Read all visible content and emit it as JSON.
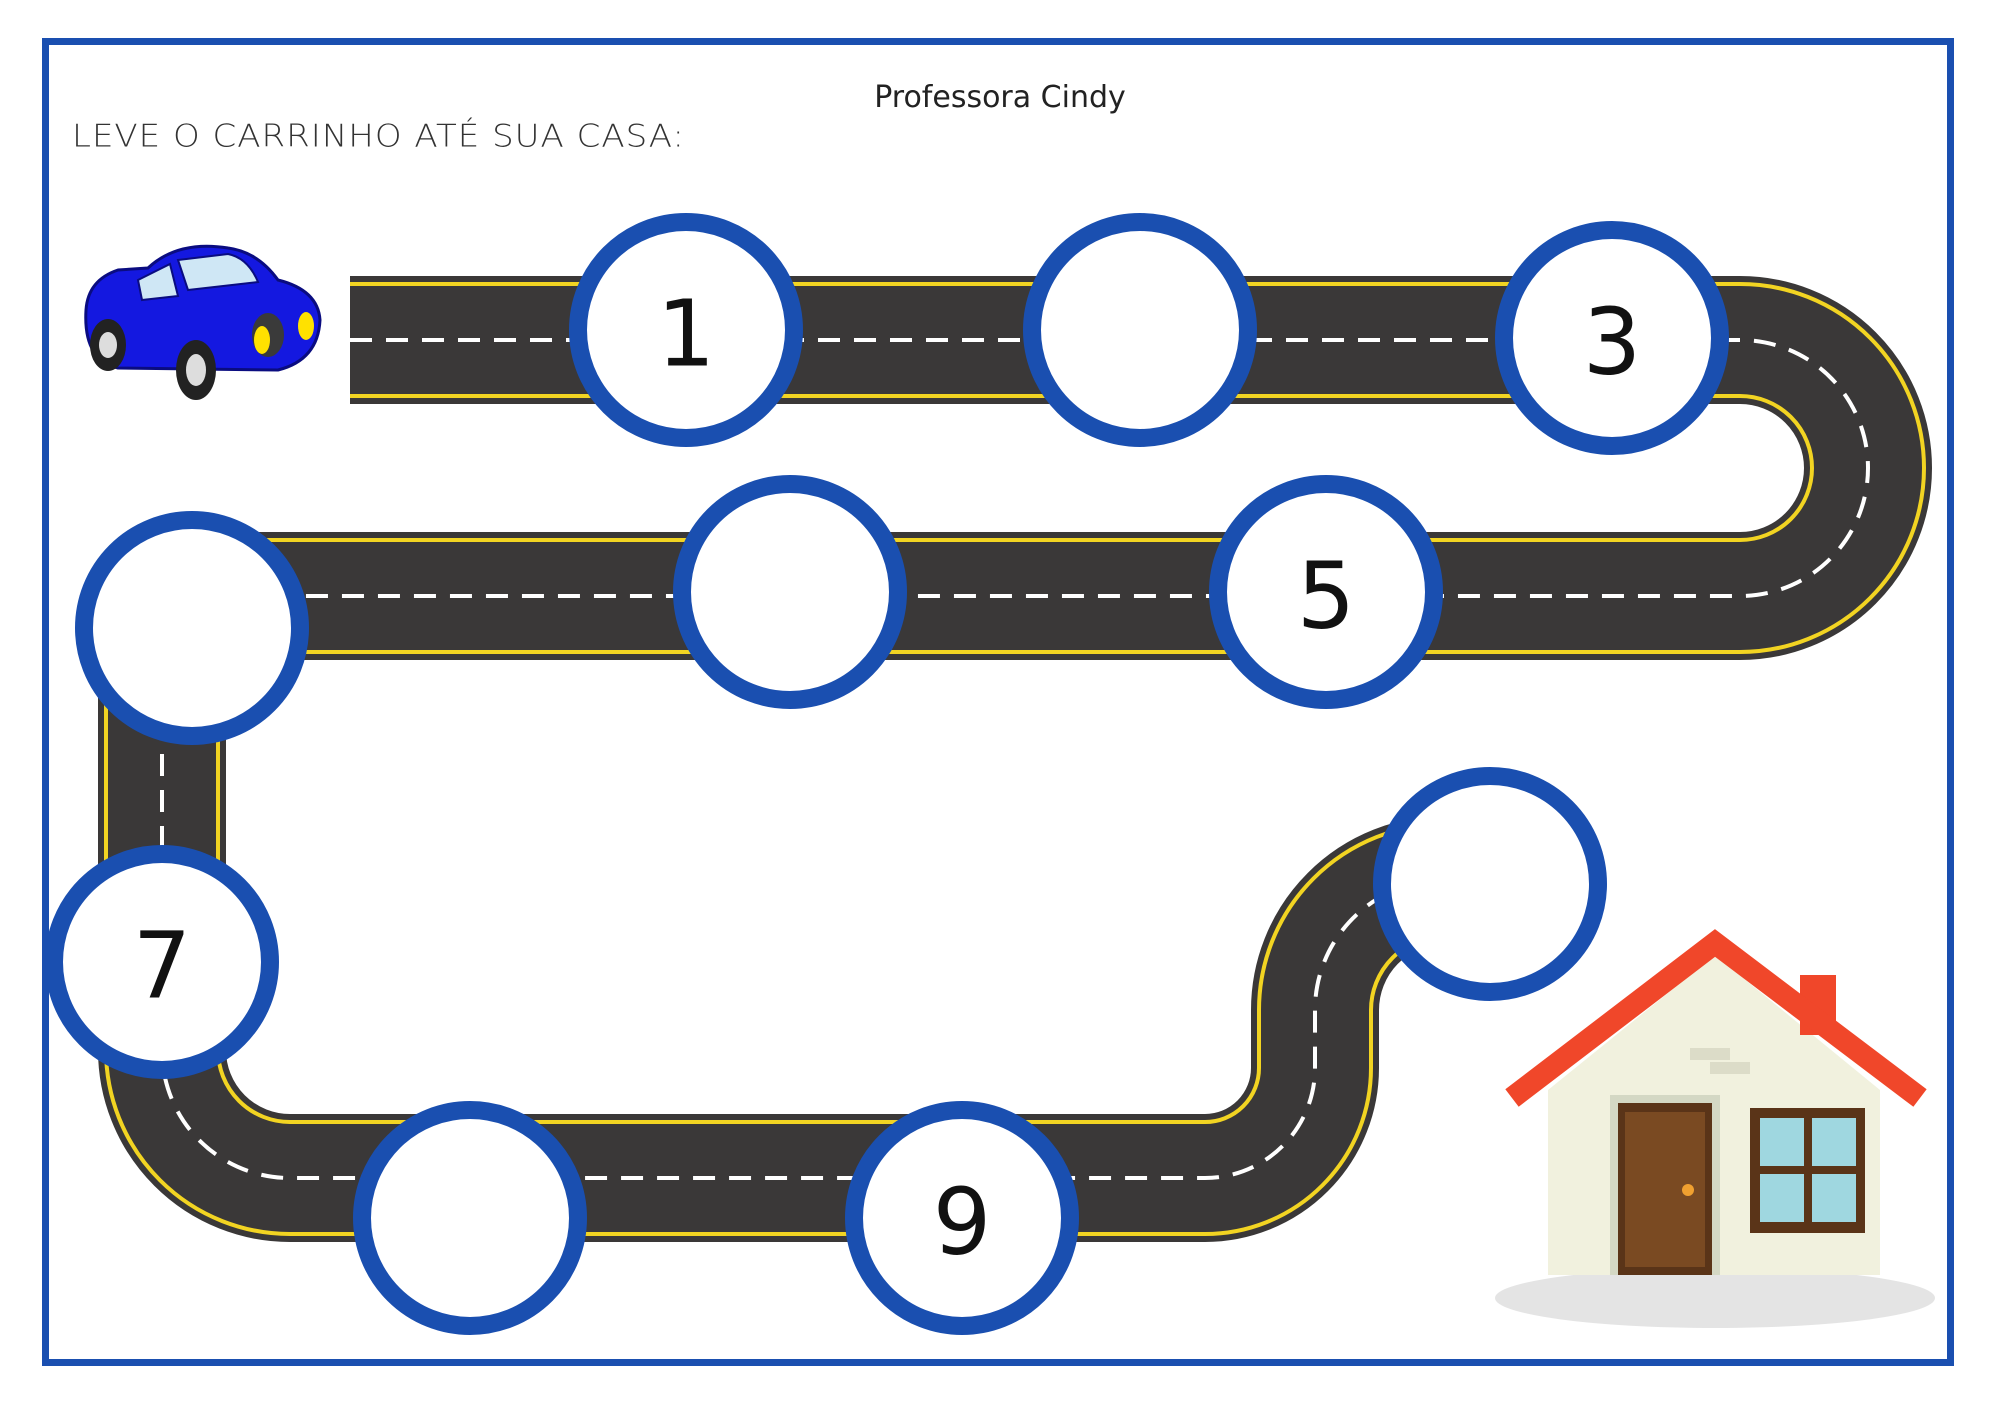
{
  "header": {
    "author": "Professora Cindy",
    "instruction": "LEVE O CARRINHO ATÉ SUA CASA:"
  },
  "colors": {
    "frame": "#1a4fb0",
    "circle_border": "#1a4fb0",
    "road": "#3a3838",
    "road_edge": "#f2d422",
    "dash": "#ffffff",
    "car": "#1418e0",
    "roof": "#f0472a",
    "house_wall": "#f1f1de"
  },
  "track": {
    "circles": [
      {
        "id": "1",
        "label": "1"
      },
      {
        "id": "2",
        "label": ""
      },
      {
        "id": "3",
        "label": "3"
      },
      {
        "id": "4",
        "label": ""
      },
      {
        "id": "5",
        "label": "5"
      },
      {
        "id": "6",
        "label": ""
      },
      {
        "id": "7",
        "label": "7"
      },
      {
        "id": "8",
        "label": ""
      },
      {
        "id": "9",
        "label": "9"
      },
      {
        "id": "10",
        "label": ""
      }
    ]
  },
  "icons": {
    "car": "car-icon",
    "house": "house-icon"
  }
}
